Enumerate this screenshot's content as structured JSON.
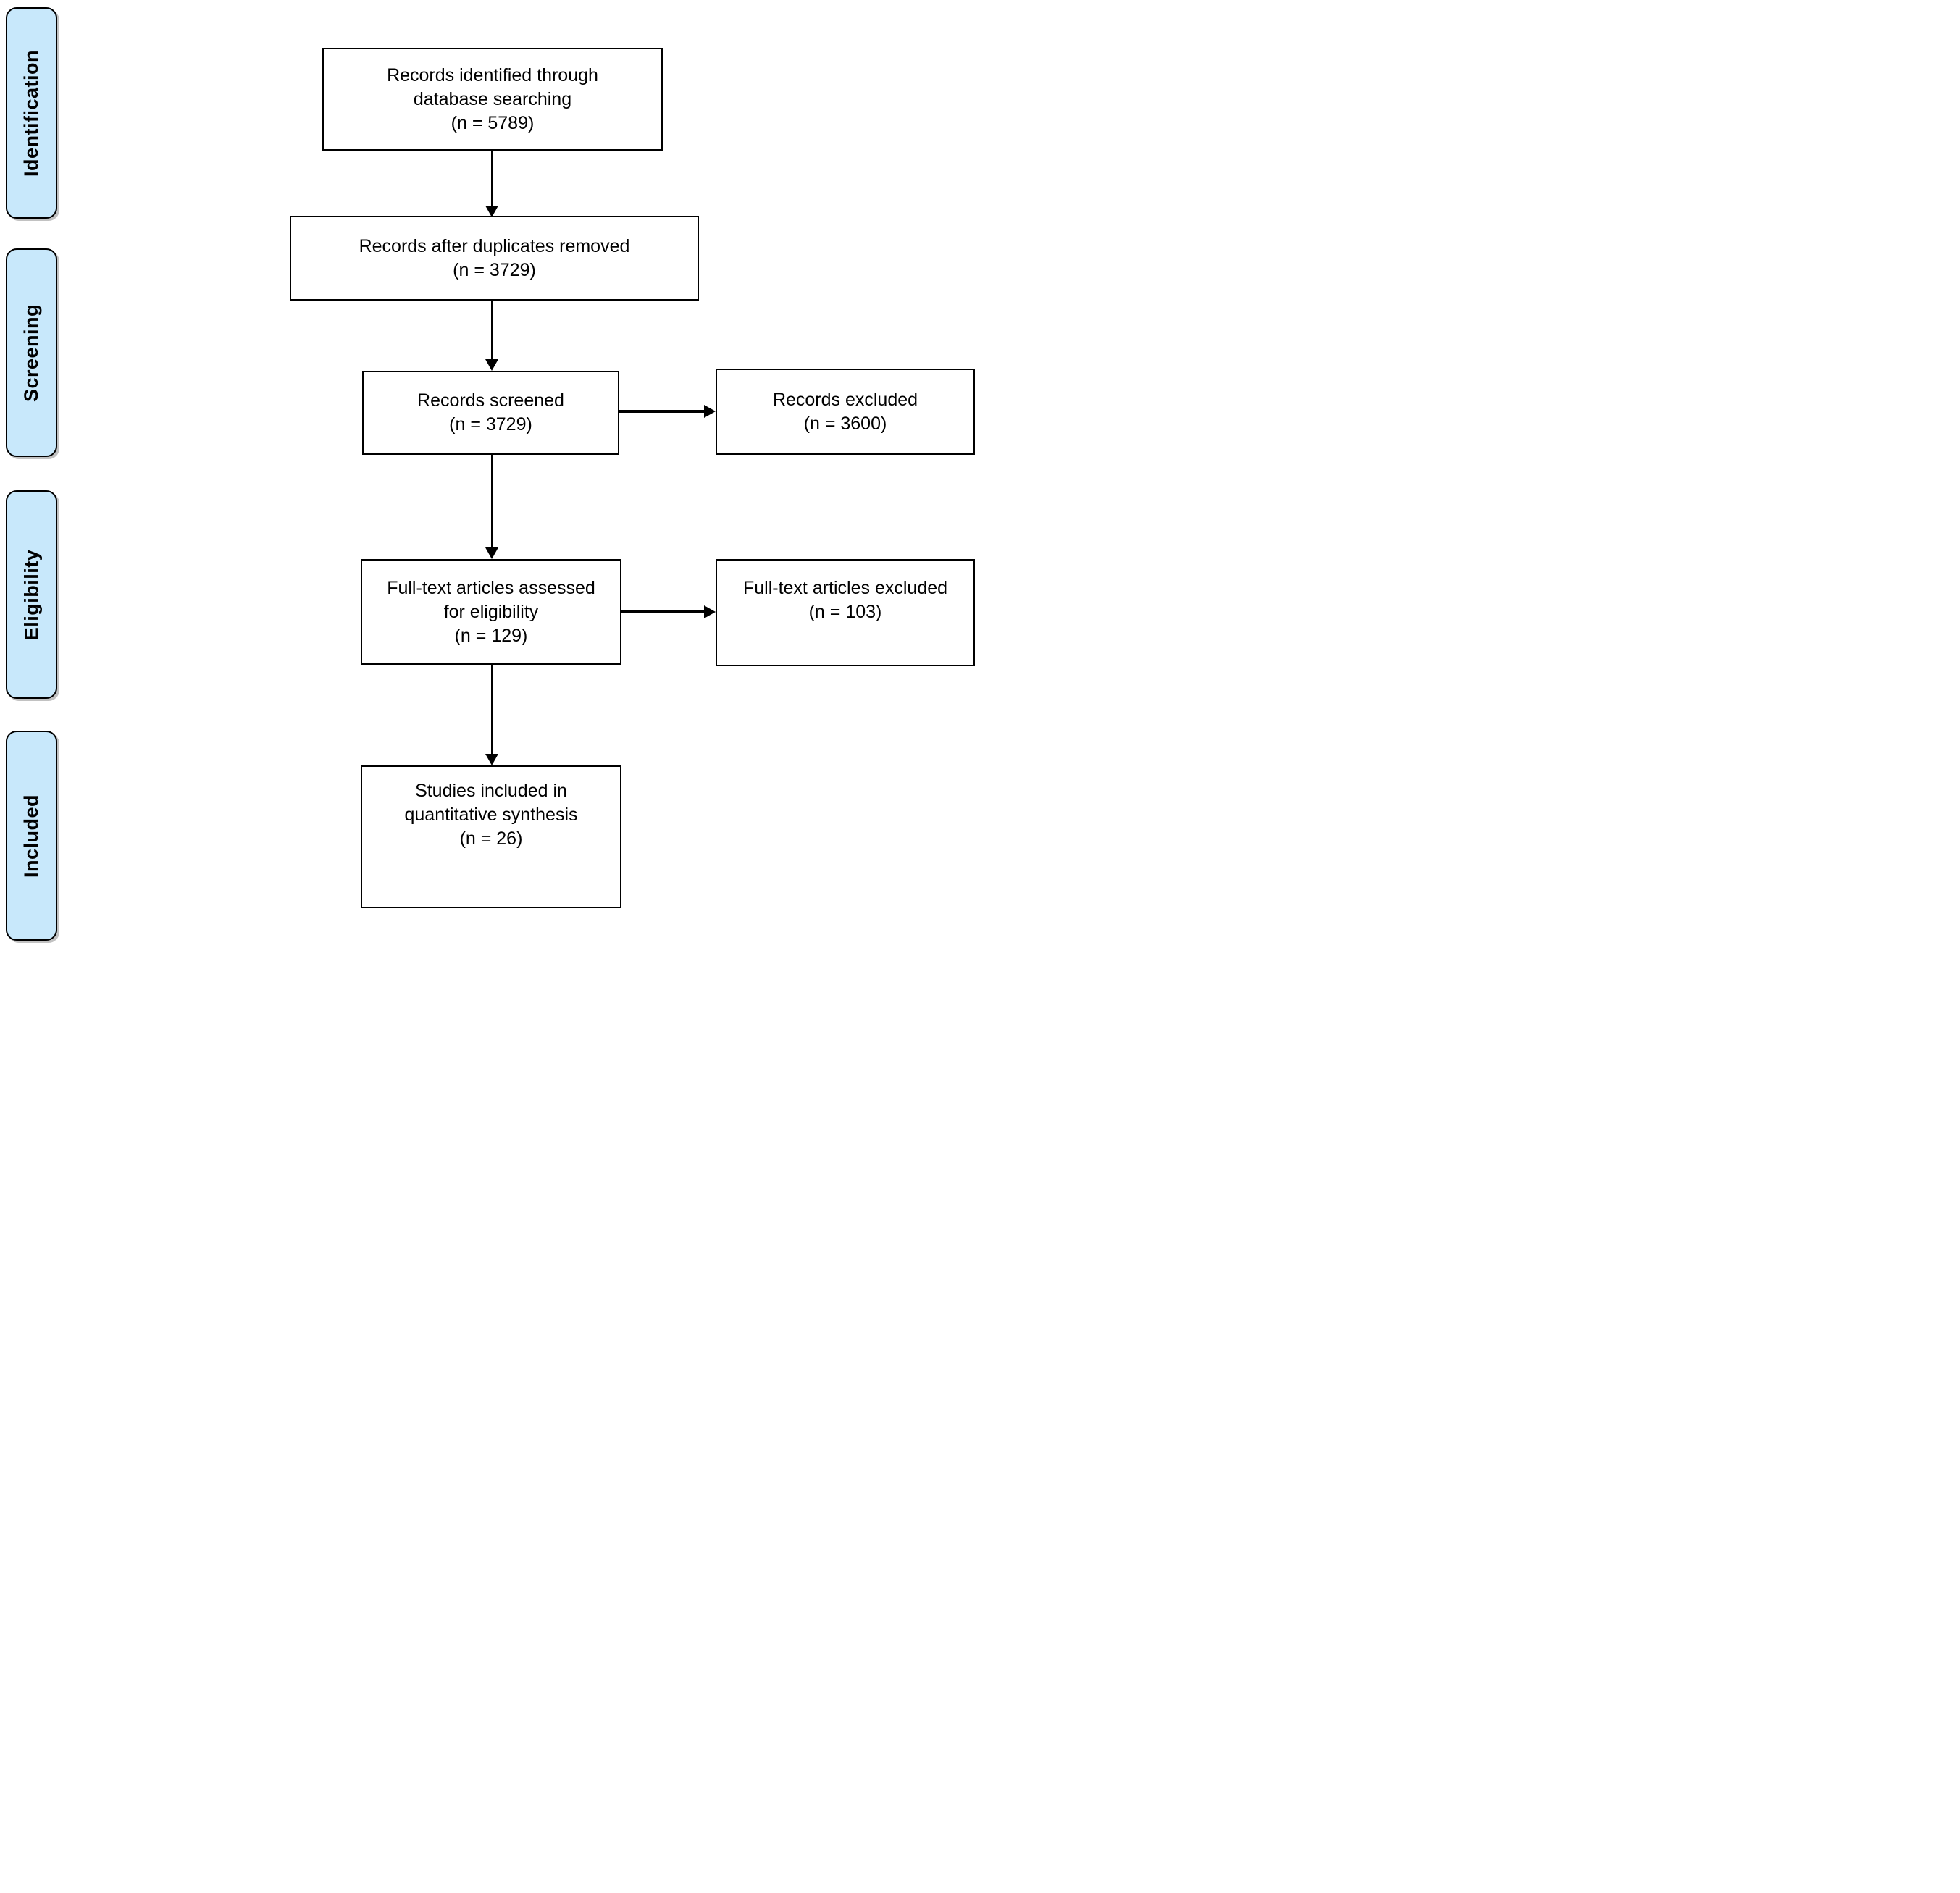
{
  "diagram": {
    "stages": [
      {
        "label": "Identification"
      },
      {
        "label": "Screening"
      },
      {
        "label": "Eligibility"
      },
      {
        "label": "Included"
      }
    ],
    "nodes": [
      {
        "key": "records-identified",
        "lines": [
          "Records identified through",
          "database searching",
          "(n = 5789)"
        ]
      },
      {
        "key": "duplicates-removed",
        "lines": [
          "Records after duplicates removed",
          "(n = 3729)"
        ]
      },
      {
        "key": "records-screened",
        "lines": [
          "Records screened",
          "(n = 3729)"
        ]
      },
      {
        "key": "records-excluded",
        "lines": [
          "Records excluded",
          "(n = 3600)"
        ]
      },
      {
        "key": "fulltext-assessed",
        "lines": [
          "Full-text articles assessed",
          "for eligibility",
          "(n = 129)"
        ]
      },
      {
        "key": "fulltext-excluded",
        "lines": [
          "Full-text articles excluded",
          "(n = 103)"
        ]
      },
      {
        "key": "studies-included",
        "lines": [
          "Studies included in",
          "quantitative synthesis",
          "(n = 26)"
        ]
      }
    ],
    "colors": {
      "stage_fill": "#C8E8FB",
      "box_fill": "#FFFFFF",
      "line": "#000000",
      "shadow": "#999999"
    }
  }
}
